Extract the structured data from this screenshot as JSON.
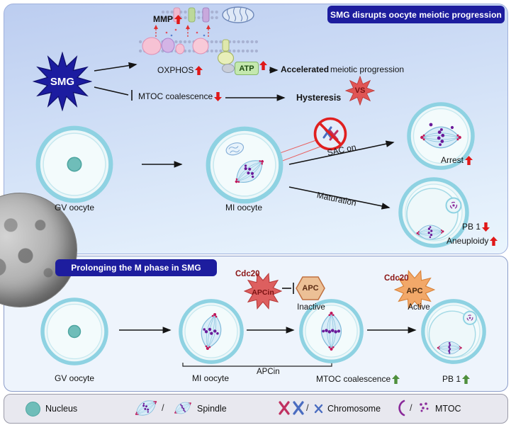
{
  "colors": {
    "badge_blue": "#1d1d9e",
    "red_arrow": "#e01818",
    "green_arrow": "#4e8f3c",
    "nucleus_teal": "#6fbdb9",
    "oocyte_blue": "#8ed2e2",
    "chromosome_purple": "#6a1b9a",
    "apcin_star_red": "#dd5f5f",
    "apc_star_orange": "#f2a869",
    "atp_pill_green": "#c4e8ae"
  },
  "panel_top": {
    "badge": "SMG disrupts oocyte meiotic progression",
    "mmp_label": "MMP",
    "oxphos_label": "OXPHOS",
    "atp_label": "ATP",
    "accelerated_bold": "Accelerated",
    "accelerated_rest": "meiotic progression",
    "smg_label": "SMG",
    "mtoc_label": "MTOC coalescence",
    "hysteresis_label": "Hysteresis",
    "vs_label": "VS",
    "gv_oocyte_label": "GV oocyte",
    "mi_oocyte_label": "MI oocyte",
    "sac_on_label": "SAC on",
    "maturation_label": "Maturation",
    "arrest_label": "Arrest",
    "pb1_label": "PB 1",
    "aneuploidy_label": "Aneuploidy"
  },
  "panel_bottom": {
    "badge": "Prolonging the M phase in SMG",
    "gv_oocyte_label": "GV oocyte",
    "mi_oocyte_label": "MI oocyte",
    "cdc20_left_label": "Cdc20",
    "apcin_star_label": "APCin",
    "apc_inactive_label": "APC",
    "inactive_label": "Inactive",
    "cdc20_right_label": "Cdc20",
    "apc_active_label": "APC",
    "active_label": "Active",
    "apcin_bracket_label": "APCin",
    "mtoc_label": "MTOC coalescence",
    "pb1_label": "PB 1"
  },
  "legend": {
    "nucleus_label": "Nucleus",
    "spindle_label": "Spindle",
    "chromosome_label": "Chromosome",
    "mtoc_label": "MTOC",
    "separator": "/"
  }
}
